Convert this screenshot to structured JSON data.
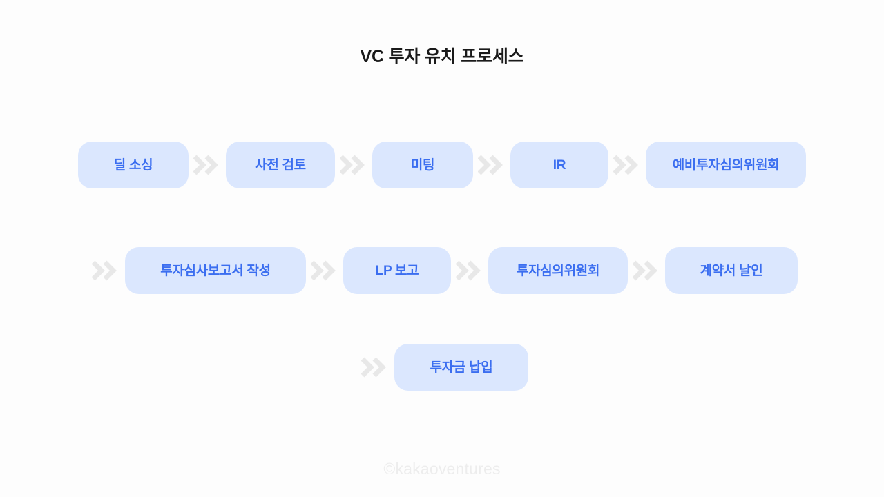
{
  "page": {
    "title": "VC 투자 유치 프로세스",
    "background_color": "#fdfdfd",
    "watermark": "©kakaoventures"
  },
  "theme": {
    "pill_background": "#dbe7fe",
    "pill_text_color": "#3b6ef0",
    "chevron_color": "#e8e8e8",
    "title_color": "#1a1a1a",
    "watermark_color": "#ededed"
  },
  "chart_data": {
    "type": "diagram",
    "diagram_kind": "linear-process-flow",
    "title": "VC 투자 유치 프로세스",
    "connector": "double-chevron",
    "step_count": 10,
    "steps": [
      "딜 소싱",
      "사전 검토",
      "미팅",
      "IR",
      "예비투자심의위원회",
      "투자심사보고서 작성",
      "LP 보고",
      "투자심의위원회",
      "계약서 날인",
      "투자금 납입"
    ]
  },
  "flow": {
    "rows": [
      {
        "leading_connector": false,
        "steps": [
          {
            "label": "딜 소싱"
          },
          {
            "label": "사전 검토"
          },
          {
            "label": "미팅"
          },
          {
            "label": "IR"
          },
          {
            "label": "예비투자심의위원회"
          }
        ]
      },
      {
        "leading_connector": true,
        "steps": [
          {
            "label": "투자심사보고서 작성"
          },
          {
            "label": "LP 보고"
          },
          {
            "label": "투자심의위원회"
          },
          {
            "label": "계약서 날인"
          }
        ]
      },
      {
        "leading_connector": true,
        "steps": [
          {
            "label": "투자금 납입"
          }
        ]
      }
    ]
  },
  "icons": {
    "connector_glyph": "double-chevron-right-icon"
  }
}
